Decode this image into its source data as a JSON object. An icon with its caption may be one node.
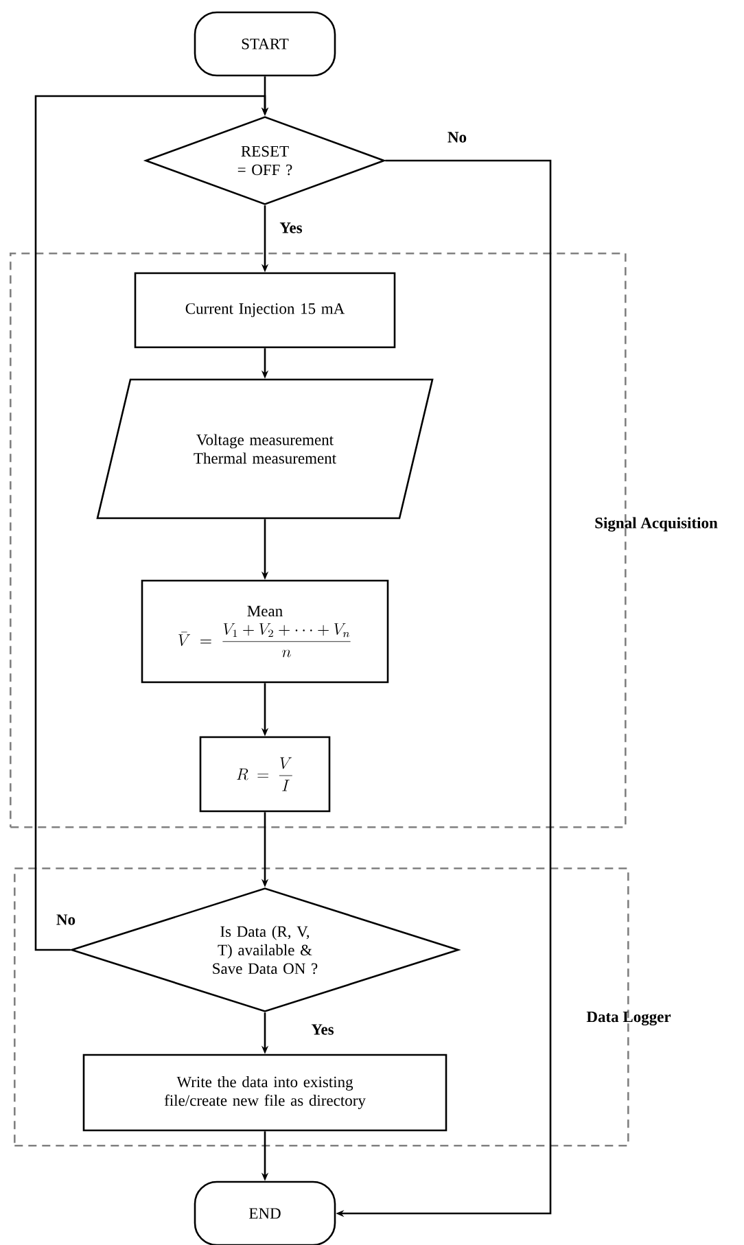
{
  "diagram": {
    "nodes": [
      {
        "text": [
          "START"
        ]
      },
      {
        "text": [
          "RESET = OFF ?"
        ]
      },
      {
        "text": [
          "Signal Acquisition"
        ]
      },
      {
        "text": [
          "Current Injection 15 mA"
        ],
        "in": 2
      },
      {
        "text": [
          "Voltage measurement Thermal measurement"
        ],
        "in": 2
      },
      {
        "text": [
          "Mean",
          "\\bar{V}=\\frac{V_1+V_2+\\cdots+V_n}{n}"
        ],
        "in": 2
      },
      {
        "text": [
          "R=\\frac{V}{I}"
        ],
        "in": 2
      },
      {
        "text": [
          "Data Logger"
        ]
      },
      {
        "text": [
          "Is Data (R, V, T) available & Save Data ON ?"
        ],
        "in": 7
      },
      {
        "text": [
          "Write the data into existing file/create new file as directory"
        ],
        "in": 7
      },
      {
        "text": [
          "END"
        ]
      }
    ],
    "edges": [
      {
        "from": 0,
        "to": 1,
        "arrow": "to"
      },
      {
        "from": 1,
        "to": 3,
        "arrow": "to",
        "label": "Yes"
      },
      {
        "from": 1,
        "to": 10,
        "arrow": "to",
        "label": "No"
      },
      {
        "from": 3,
        "to": 4,
        "arrow": "to"
      },
      {
        "from": 4,
        "to": 5,
        "arrow": "to"
      },
      {
        "from": 5,
        "to": 6,
        "arrow": "to"
      },
      {
        "from": 6,
        "to": 8,
        "arrow": "to"
      },
      {
        "from": 8,
        "to": 1,
        "arrow": "to",
        "label": "No"
      },
      {
        "from": 8,
        "to": 9,
        "arrow": "to",
        "label": "Yes"
      },
      {
        "from": 9,
        "to": 10,
        "arrow": "to"
      }
    ]
  }
}
